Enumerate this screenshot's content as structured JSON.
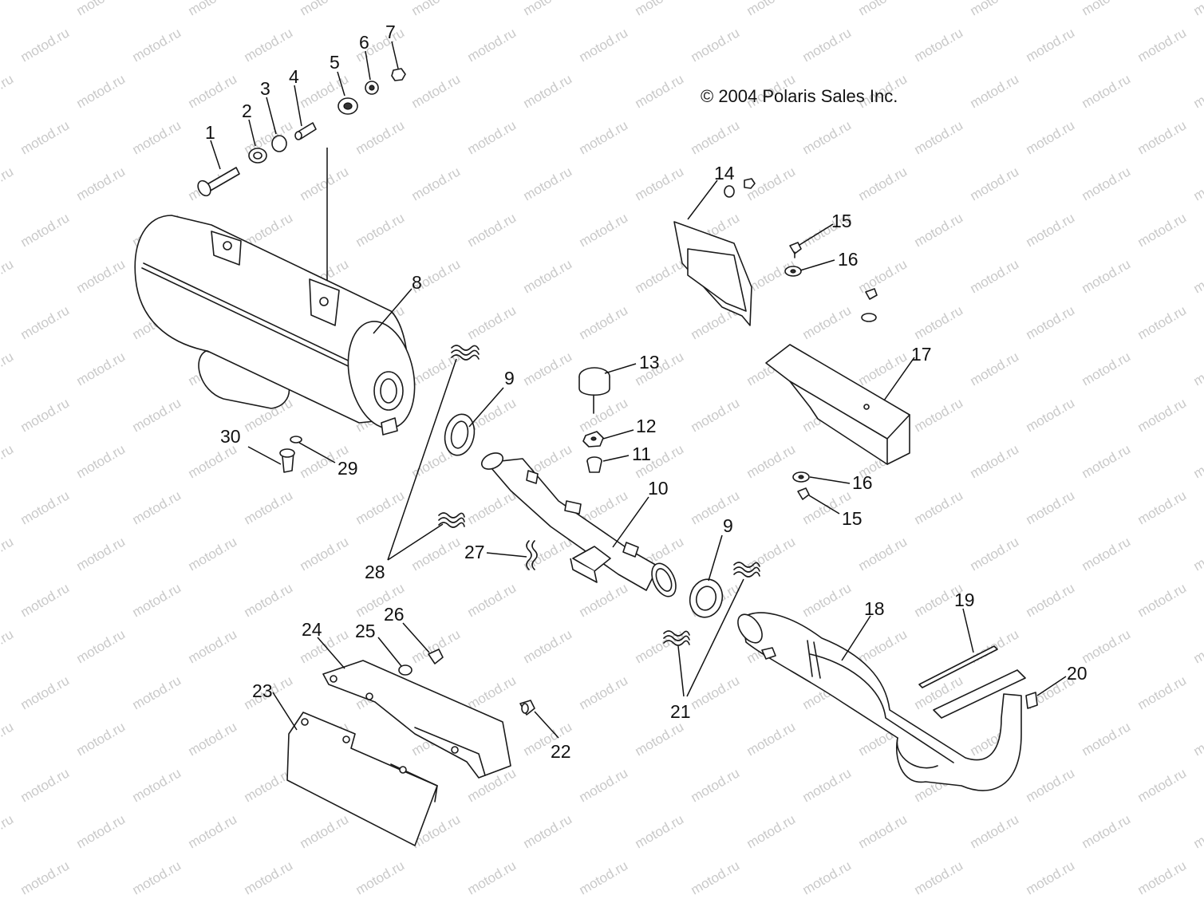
{
  "copyright": "© 2004 Polaris Sales Inc.",
  "watermark": "motod.ru",
  "callouts": {
    "c1": "1",
    "c2": "2",
    "c3": "3",
    "c4": "4",
    "c5": "5",
    "c6": "6",
    "c7": "7",
    "c8": "8",
    "c9a": "9",
    "c9b": "9",
    "c10": "10",
    "c11": "11",
    "c12": "12",
    "c13": "13",
    "c14": "14",
    "c15a": "15",
    "c15b": "15",
    "c16a": "16",
    "c16b": "16",
    "c17": "17",
    "c18": "18",
    "c19": "19",
    "c20": "20",
    "c21": "21",
    "c22": "22",
    "c23": "23",
    "c24": "24",
    "c25": "25",
    "c26": "26",
    "c27": "27",
    "c28": "28",
    "c29": "29",
    "c30": "30"
  }
}
